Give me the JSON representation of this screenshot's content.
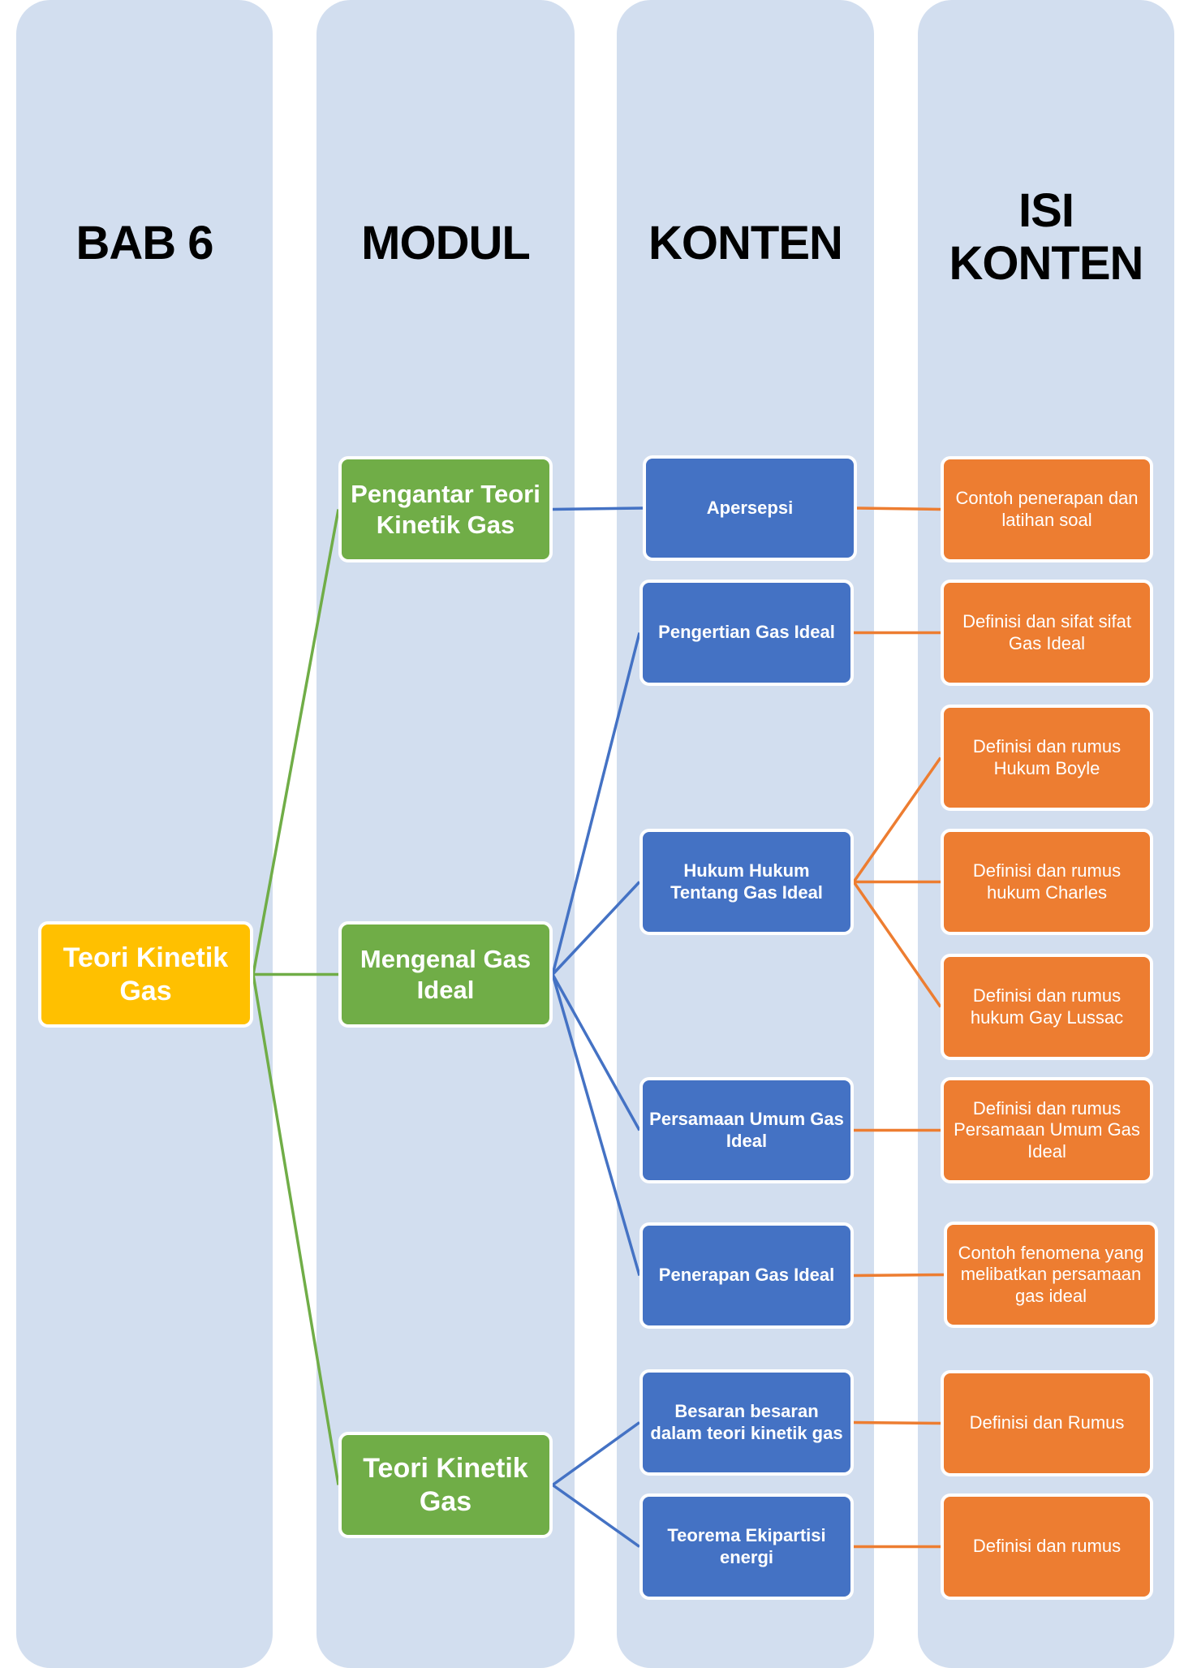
{
  "columns": [
    {
      "title": "BAB 6"
    },
    {
      "title": "MODUL"
    },
    {
      "title": "KONTEN"
    },
    {
      "title_line1": "ISI",
      "title_line2": "KONTEN"
    }
  ],
  "colors": {
    "column_bg": "#d2deef",
    "bab": "#ffc000",
    "modul": "#70ad47",
    "konten": "#4472c4",
    "isi_konten": "#ed7d31"
  },
  "bab": {
    "label": "Teori Kinetik Gas"
  },
  "modul": [
    {
      "label": "Pengantar Teori Kinetik Gas"
    },
    {
      "label": "Mengenal Gas Ideal"
    },
    {
      "label": "Teori Kinetik Gas"
    }
  ],
  "konten": [
    {
      "label": "Apersepsi",
      "modul": 0
    },
    {
      "label": "Pengertian Gas Ideal",
      "modul": 1
    },
    {
      "label": "Hukum Hukum Tentang Gas Ideal",
      "modul": 1
    },
    {
      "label": "Persamaan Umum Gas Ideal",
      "modul": 1
    },
    {
      "label": "Penerapan Gas Ideal",
      "modul": 1
    },
    {
      "label": "Besaran besaran dalam teori kinetik gas",
      "modul": 2
    },
    {
      "label": "Teorema Ekipartisi energi",
      "modul": 2
    }
  ],
  "isi_konten": [
    {
      "label": "Contoh penerapan dan latihan soal",
      "konten": 0
    },
    {
      "label": "Definisi dan sifat sifat Gas Ideal",
      "konten": 1
    },
    {
      "label": "Definisi dan rumus Hukum Boyle",
      "konten": 2
    },
    {
      "label": "Definisi dan rumus hukum Charles",
      "konten": 2
    },
    {
      "label": "Definisi dan rumus hukum Gay Lussac",
      "konten": 2
    },
    {
      "label": "Definisi dan rumus Persamaan Umum Gas Ideal",
      "konten": 3
    },
    {
      "label": "Contoh fenomena yang melibatkan persamaan gas ideal",
      "konten": 4
    },
    {
      "label": "Definisi dan Rumus",
      "konten": 5
    },
    {
      "label": "Definisi dan rumus",
      "konten": 6
    }
  ]
}
